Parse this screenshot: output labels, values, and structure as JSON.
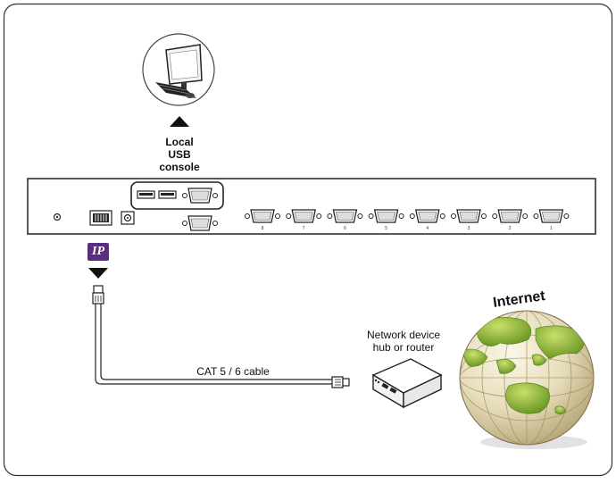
{
  "console": {
    "label_lines": [
      "Local",
      "USB",
      "console"
    ]
  },
  "network": {
    "label_lines": [
      "Network device",
      "hub or router"
    ]
  },
  "cable": {
    "label": "CAT 5 / 6 cable"
  },
  "ip_badge": "IP",
  "internet_label": "Internet",
  "ports": [
    "8",
    "7",
    "6",
    "5",
    "4",
    "3",
    "2",
    "1"
  ],
  "colors": {
    "ip_badge": "#5b2d82",
    "globe_land": "#8ab82e",
    "globe_ocean": "#e2d9b8",
    "line": "#222222"
  }
}
